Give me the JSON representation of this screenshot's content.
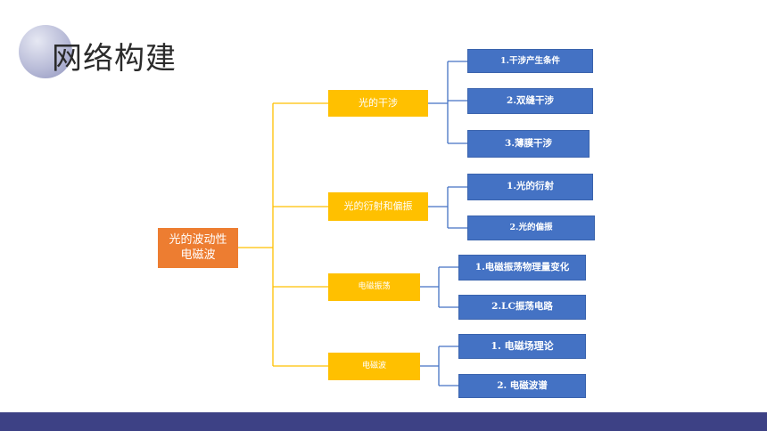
{
  "slide": {
    "title": "网络构建",
    "accent_color": "#3d4185",
    "root_color": "#ed7d31",
    "branch_color": "#ffc000",
    "leaf_color": "#4472c4"
  },
  "root": {
    "label": "光的波动性 电磁波"
  },
  "branches": [
    {
      "label": "光的干涉",
      "children": [
        "1.干涉产生条件",
        "2.双缝干涉",
        "3.薄膜干涉"
      ]
    },
    {
      "label": "光的衍射和偏振",
      "children": [
        "1.光的衍射",
        "2.光的偏振"
      ]
    },
    {
      "label": "电磁振荡",
      "children": [
        "1.电磁振荡物理量变化",
        "2.LC振荡电路"
      ]
    },
    {
      "label": "电磁波",
      "children": [
        "1. 电磁场理论",
        "2. 电磁波谱"
      ]
    }
  ]
}
